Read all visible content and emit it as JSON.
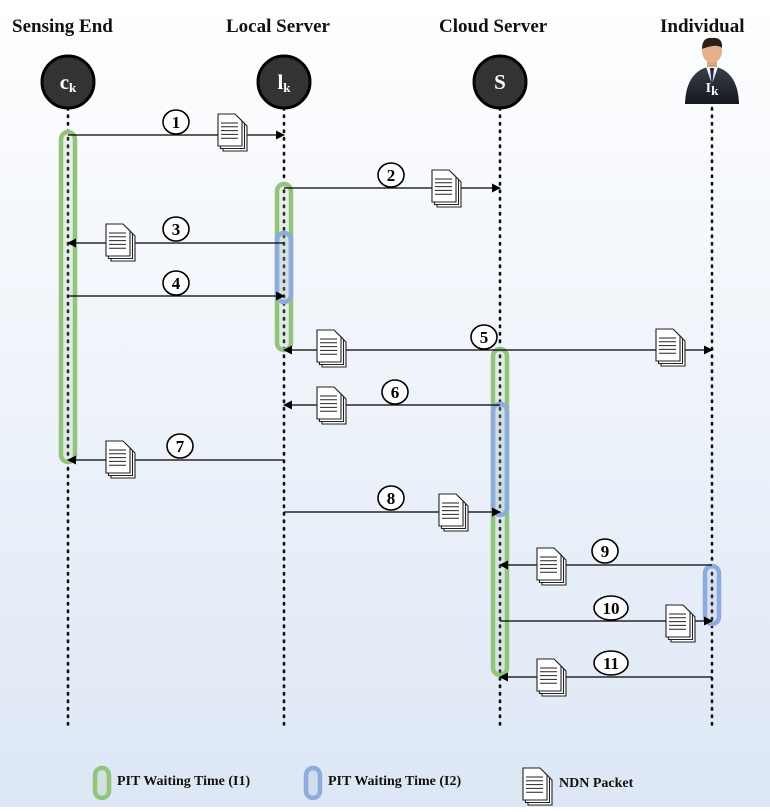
{
  "actors": [
    {
      "id": "sensing",
      "title": "Sensing End",
      "node_main": "c",
      "node_sub": "k"
    },
    {
      "id": "local",
      "title": "Local Server",
      "node_main": "l",
      "node_sub": "k"
    },
    {
      "id": "cloud",
      "title": "Cloud Server",
      "node_main": "S",
      "node_sub": ""
    },
    {
      "id": "individual",
      "title": "Individual",
      "node_main": "I",
      "node_sub": "k"
    }
  ],
  "messages": [
    {
      "num": "1",
      "from": "sensing",
      "to": "local"
    },
    {
      "num": "2",
      "from": "local",
      "to": "cloud"
    },
    {
      "num": "3",
      "from": "local",
      "to": "sensing"
    },
    {
      "num": "4",
      "from": "sensing",
      "to": "local"
    },
    {
      "num": "5",
      "from": "cloud",
      "to": "local_and_individual"
    },
    {
      "num": "6",
      "from": "cloud",
      "to": "local"
    },
    {
      "num": "7",
      "from": "local",
      "to": "sensing"
    },
    {
      "num": "8",
      "from": "local",
      "to": "cloud"
    },
    {
      "num": "9",
      "from": "individual",
      "to": "cloud"
    },
    {
      "num": "10",
      "from": "cloud",
      "to": "individual"
    },
    {
      "num": "11",
      "from": "individual",
      "to": "cloud"
    }
  ],
  "legend": {
    "pit1_label": "PIT Waiting Time (I1)",
    "pit2_label": "PIT Waiting Time (I2)",
    "packet_label": "NDN Packet"
  },
  "colors": {
    "pit1": "#93c47d",
    "pit2": "#8faadc",
    "node_fill": "#333333",
    "background_top": "#ffffff",
    "background_bottom": "#dde7f5"
  }
}
